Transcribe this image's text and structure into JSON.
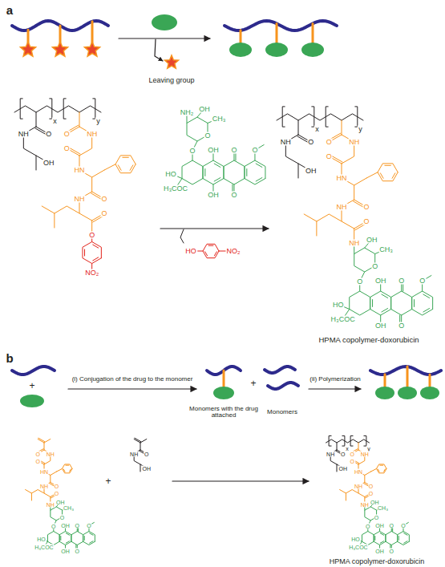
{
  "diagram": {
    "labels": [
      "a",
      "Leaving group",
      "HPMA copolymer-doxorubicin",
      "b",
      "+",
      "(i) Conjugation of the drug to the monomer",
      "Monomers with the drug attached",
      "+",
      "Monomers",
      "(ii) Polymerization",
      "+",
      "HPMA copolymer-doxorubicin",
      "x",
      "y",
      "O",
      "NH",
      "OH",
      "O",
      "NH",
      "O",
      "HN",
      "O",
      "NH",
      "O",
      "O",
      "NO₂",
      "NH₂",
      "OH",
      "O",
      "CH₃",
      "O",
      "O",
      "OH",
      "O",
      "HO",
      "H₃COC",
      "O",
      "OH",
      "HO",
      "NO₂",
      "x",
      "y",
      "O",
      "NH",
      "OH",
      "O",
      "NH",
      "O",
      "HN",
      "O",
      "NH",
      "O",
      "NH",
      "OH",
      "O",
      "CH₃",
      "O",
      "O",
      "OH",
      "O",
      "HO",
      "H₃COC",
      "O",
      "OH",
      "O",
      "NH",
      "O",
      "HN",
      "O",
      "NH",
      "O",
      "NH",
      "OH",
      "O",
      "CH₃",
      "O",
      "O",
      "OH",
      "O",
      "HO",
      "H₃COC",
      "O",
      "OH",
      "O",
      "NH",
      "OH",
      "x",
      "y",
      "O",
      "NH",
      "OH",
      "O",
      "NH",
      "O",
      "HN",
      "O",
      "NH",
      "O",
      "NH",
      "OH",
      "O",
      "CH₃",
      "O",
      "O",
      "OH",
      "O",
      "HO",
      "H₃COC",
      "O",
      "OH"
    ]
  }
}
